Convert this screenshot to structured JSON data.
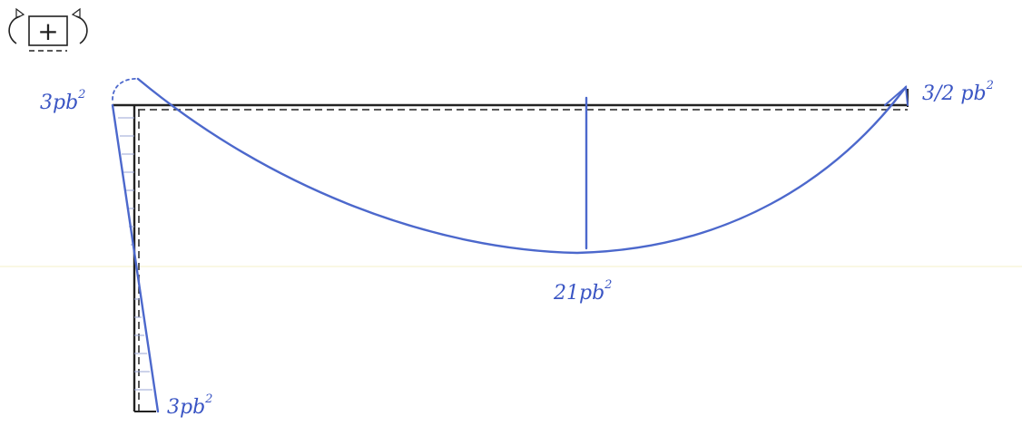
{
  "diagram": {
    "type": "bending-moment-diagram",
    "sign_convention_symbol": "+",
    "labels": {
      "top_left_moment": "3pb",
      "top_right_moment": "3/2 pb",
      "span_max_moment": "21pb",
      "bottom_moment": "3pb",
      "exponent": "2"
    },
    "colors": {
      "frame": "#222222",
      "moment_curve": "#4c68cc",
      "label": "#3a55c4",
      "hatch": "#9aa6d6"
    }
  }
}
